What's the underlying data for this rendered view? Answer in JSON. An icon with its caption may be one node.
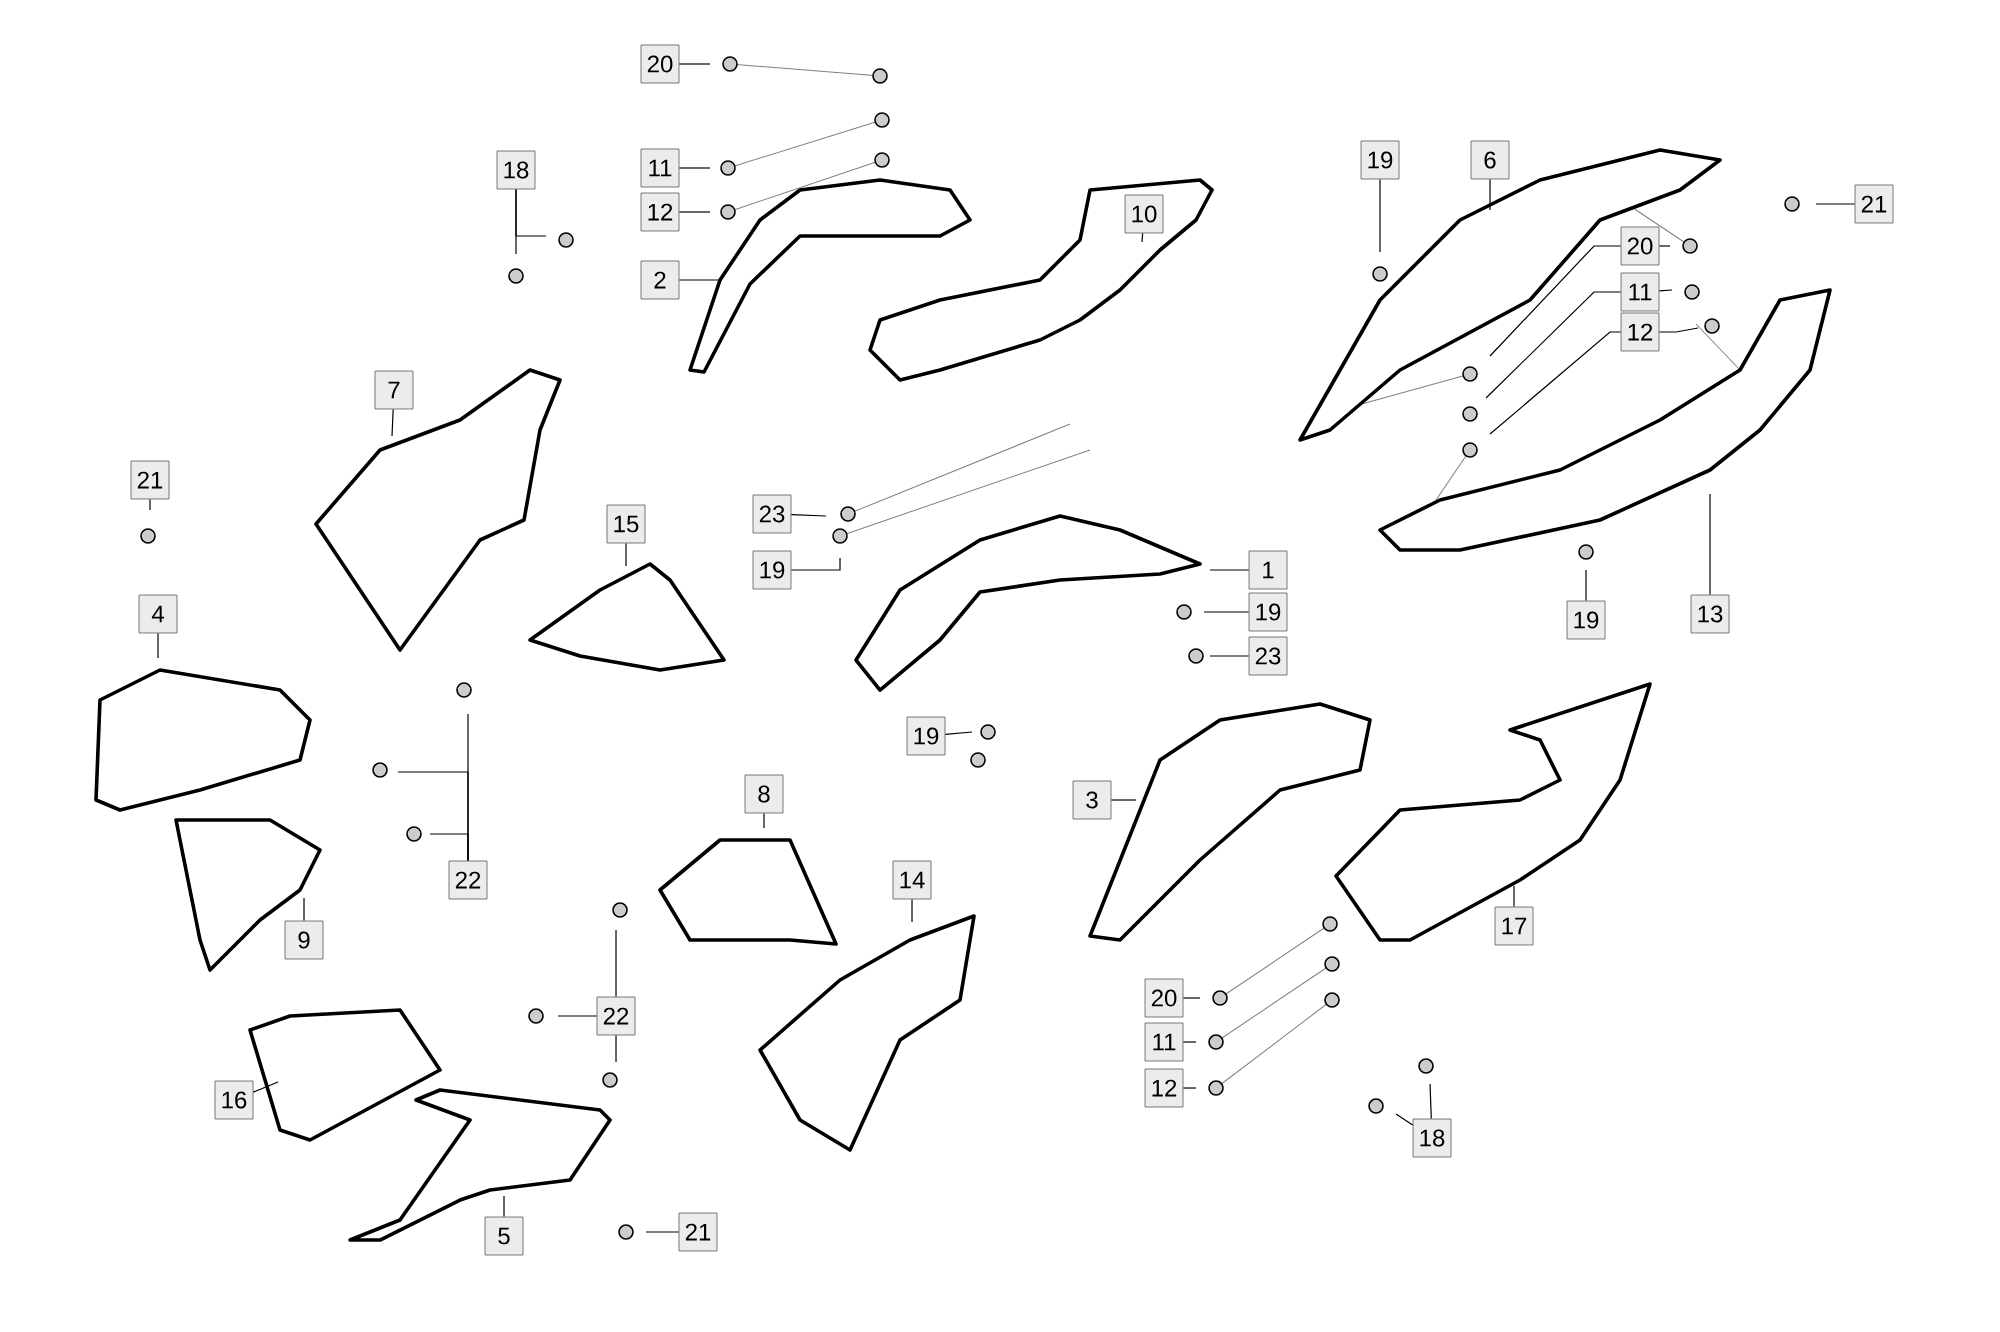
{
  "diagram": {
    "nodes": [
      {
        "text": [
          "20"
        ]
      },
      {
        "text": [
          "11"
        ]
      },
      {
        "text": [
          "12"
        ]
      },
      {
        "text": [
          "18"
        ]
      },
      {
        "text": [
          "2"
        ]
      },
      {
        "text": [
          "10"
        ]
      },
      {
        "text": [
          "19"
        ]
      },
      {
        "text": [
          "6"
        ]
      },
      {
        "text": [
          "21"
        ]
      },
      {
        "text": [
          "20"
        ]
      },
      {
        "text": [
          "11"
        ]
      },
      {
        "text": [
          "12"
        ]
      },
      {
        "text": [
          "7"
        ]
      },
      {
        "text": [
          "21"
        ]
      },
      {
        "text": [
          "15"
        ]
      },
      {
        "text": [
          "23"
        ]
      },
      {
        "text": [
          "19"
        ]
      },
      {
        "text": [
          "1"
        ]
      },
      {
        "text": [
          "19"
        ]
      },
      {
        "text": [
          "23"
        ]
      },
      {
        "text": [
          "19"
        ]
      },
      {
        "text": [
          "13"
        ]
      },
      {
        "text": [
          "4"
        ]
      },
      {
        "text": [
          "19"
        ]
      },
      {
        "text": [
          "22"
        ]
      },
      {
        "text": [
          "9"
        ]
      },
      {
        "text": [
          "8"
        ]
      },
      {
        "text": [
          "14"
        ]
      },
      {
        "text": [
          "3"
        ]
      },
      {
        "text": [
          "17"
        ]
      },
      {
        "text": [
          "22"
        ]
      },
      {
        "text": [
          "16"
        ]
      },
      {
        "text": [
          "20"
        ]
      },
      {
        "text": [
          "11"
        ]
      },
      {
        "text": [
          "12"
        ]
      },
      {
        "text": [
          "18"
        ]
      },
      {
        "text": [
          "5"
        ]
      },
      {
        "text": [
          "21"
        ]
      }
    ],
    "edges": [
      {
        "from": 0,
        "to": null,
        "arrow": "none"
      },
      {
        "from": 1,
        "to": null,
        "arrow": "none"
      },
      {
        "from": 2,
        "to": null,
        "arrow": "none"
      },
      {
        "from": 3,
        "to": null,
        "arrow": "none"
      },
      {
        "from": 3,
        "to": null,
        "arrow": "none"
      },
      {
        "from": 4,
        "to": null,
        "arrow": "none"
      },
      {
        "from": 5,
        "to": null,
        "arrow": "none"
      },
      {
        "from": 6,
        "to": null,
        "arrow": "none"
      },
      {
        "from": 7,
        "to": null,
        "arrow": "none"
      },
      {
        "from": 8,
        "to": null,
        "arrow": "none"
      },
      {
        "from": 9,
        "to": null,
        "arrow": "none"
      },
      {
        "from": 9,
        "to": null,
        "arrow": "none"
      },
      {
        "from": 10,
        "to": null,
        "arrow": "none"
      },
      {
        "from": 10,
        "to": null,
        "arrow": "none"
      },
      {
        "from": 11,
        "to": null,
        "arrow": "none"
      },
      {
        "from": 11,
        "to": null,
        "arrow": "none"
      },
      {
        "from": 12,
        "to": null,
        "arrow": "none"
      },
      {
        "from": 13,
        "to": null,
        "arrow": "none"
      },
      {
        "from": 14,
        "to": null,
        "arrow": "none"
      },
      {
        "from": 15,
        "to": null,
        "arrow": "none"
      },
      {
        "from": 16,
        "to": null,
        "arrow": "none"
      },
      {
        "from": 17,
        "to": null,
        "arrow": "none"
      },
      {
        "from": 18,
        "to": null,
        "arrow": "none"
      },
      {
        "from": 19,
        "to": null,
        "arrow": "none"
      },
      {
        "from": 20,
        "to": null,
        "arrow": "none"
      },
      {
        "from": 21,
        "to": null,
        "arrow": "none"
      },
      {
        "from": 22,
        "to": null,
        "arrow": "none"
      },
      {
        "from": 23,
        "to": null,
        "arrow": "none"
      },
      {
        "from": 24,
        "to": null,
        "arrow": "none"
      },
      {
        "from": 24,
        "to": null,
        "arrow": "none"
      },
      {
        "from": 24,
        "to": null,
        "arrow": "none"
      },
      {
        "from": 25,
        "to": null,
        "arrow": "none"
      },
      {
        "from": 26,
        "to": null,
        "arrow": "none"
      },
      {
        "from": 27,
        "to": null,
        "arrow": "none"
      },
      {
        "from": 28,
        "to": null,
        "arrow": "none"
      },
      {
        "from": 29,
        "to": null,
        "arrow": "none"
      },
      {
        "from": 30,
        "to": null,
        "arrow": "none"
      },
      {
        "from": 30,
        "to": null,
        "arrow": "none"
      },
      {
        "from": 30,
        "to": null,
        "arrow": "none"
      },
      {
        "from": 31,
        "to": null,
        "arrow": "none"
      },
      {
        "from": 32,
        "to": null,
        "arrow": "none"
      },
      {
        "from": 33,
        "to": null,
        "arrow": "none"
      },
      {
        "from": 34,
        "to": null,
        "arrow": "none"
      },
      {
        "from": 35,
        "to": null,
        "arrow": "none"
      },
      {
        "from": 35,
        "to": null,
        "arrow": "none"
      },
      {
        "from": 36,
        "to": null,
        "arrow": "none"
      },
      {
        "from": 37,
        "to": null,
        "arrow": "none"
      }
    ]
  }
}
